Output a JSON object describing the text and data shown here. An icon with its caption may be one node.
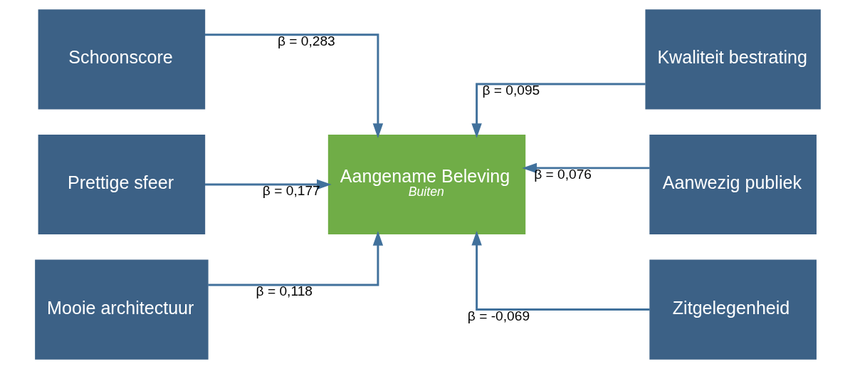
{
  "diagram": {
    "nodes": [
      {
        "text": [
          "Schoonscore"
        ]
      },
      {
        "text": [
          "Prettige sfeer"
        ]
      },
      {
        "text": [
          "Mooie architectuur"
        ]
      },
      {
        "text": [
          "Aangename Beleving",
          "Buiten"
        ]
      },
      {
        "text": [
          "Kwaliteit bestrating"
        ]
      },
      {
        "text": [
          "Aanwezig publiek"
        ]
      },
      {
        "text": [
          "Zitgelegenheid"
        ]
      }
    ],
    "edges": [
      {
        "from": 0,
        "to": 3,
        "arrow": "to",
        "label": "β = 0,283"
      },
      {
        "from": 1,
        "to": 3,
        "arrow": "to",
        "label": "β = 0,177"
      },
      {
        "from": 2,
        "to": 3,
        "arrow": "to",
        "label": "β = 0,118"
      },
      {
        "from": 4,
        "to": 3,
        "arrow": "to",
        "label": "β = 0,095"
      },
      {
        "from": 5,
        "to": 3,
        "arrow": "to",
        "label": "β = 0,076"
      },
      {
        "from": 6,
        "to": 3,
        "arrow": "to",
        "label": "β = -0,069"
      }
    ]
  }
}
